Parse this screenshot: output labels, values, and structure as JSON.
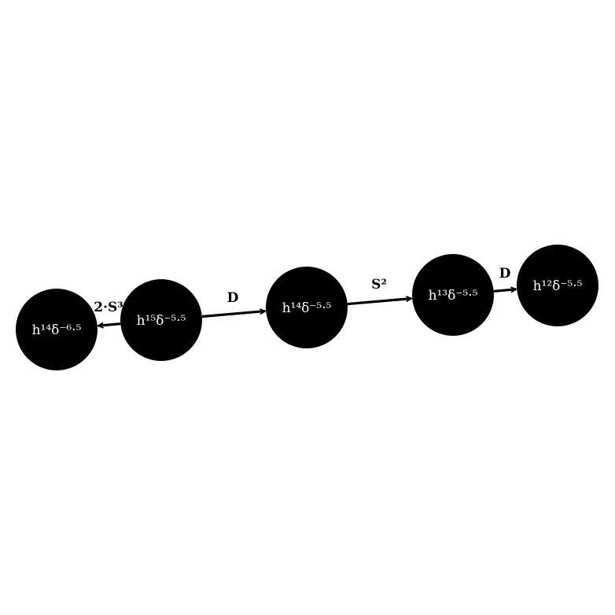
{
  "diagram": {
    "nodes": [
      {
        "id": "n1",
        "label": "h¹⁴δ⁻⁶·⁵"
      },
      {
        "id": "n2",
        "label": "h¹⁵δ⁻⁵·⁵"
      },
      {
        "id": "n3",
        "label": "h¹⁴δ⁻⁵·⁵"
      },
      {
        "id": "n4",
        "label": "h¹³δ⁻⁵·⁵"
      },
      {
        "id": "n5",
        "label": "h¹²δ⁻⁵·⁵"
      }
    ],
    "edges": [
      {
        "from": "n2",
        "to": "n1",
        "label": "2·S³"
      },
      {
        "from": "n2",
        "to": "n3",
        "label": "D"
      },
      {
        "from": "n3",
        "to": "n4",
        "label": "S²"
      },
      {
        "from": "n4",
        "to": "n5",
        "label": "D"
      }
    ],
    "colors": {
      "node_fill": "#000000",
      "node_text": "#ffffff",
      "edge": "#000000",
      "background": "#ffffff"
    }
  }
}
